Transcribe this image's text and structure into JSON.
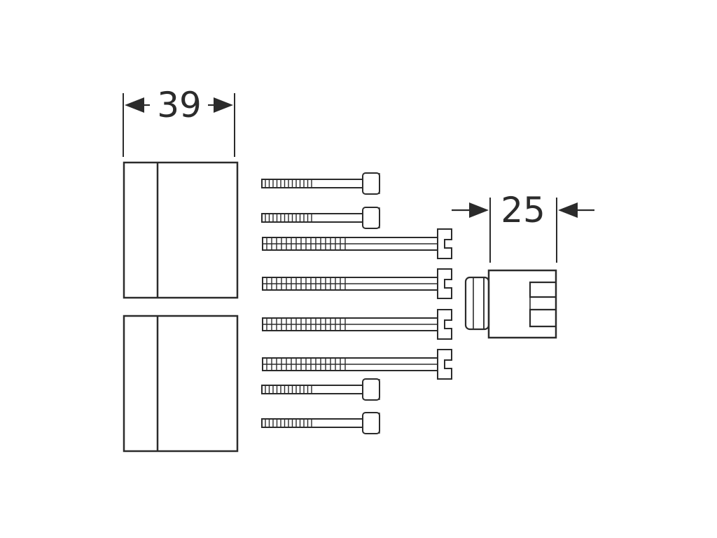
{
  "dimensions": {
    "plate_width": "39",
    "cartridge_length": "25"
  },
  "colors": {
    "line": "#2b2b2b",
    "shaded_edge": "#d4d4d4",
    "background": "#ffffff"
  },
  "parts": {
    "cover_plates": 2,
    "long_screws": 4,
    "short_screws": 4,
    "cartridge": 1
  }
}
